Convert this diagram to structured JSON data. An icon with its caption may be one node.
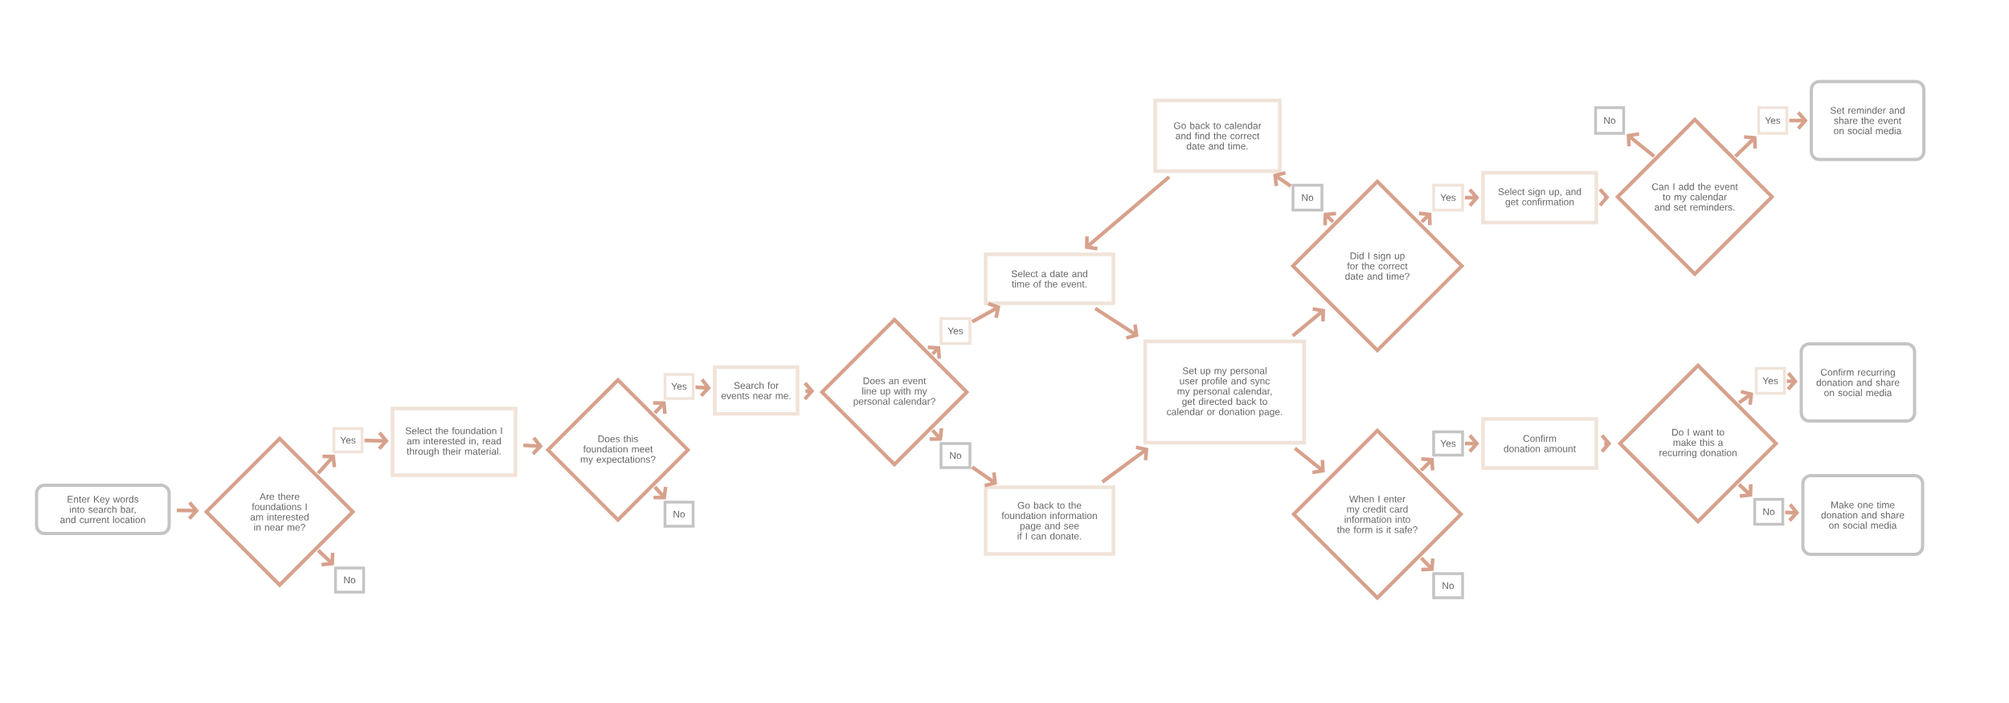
{
  "diagram": {
    "nodes": [
      {
        "text": [
          "Enter Key words into search bar, and current location"
        ]
      },
      {
        "text": [
          "Are there foundations I am interested in near me?"
        ]
      },
      {
        "text": [
          "Yes"
        ]
      },
      {
        "text": [
          "No"
        ]
      },
      {
        "text": [
          "Select the foundation I am interested in, read through their material."
        ]
      },
      {
        "text": [
          "Does this foundation meet my expectations?"
        ]
      },
      {
        "text": [
          "Yes"
        ]
      },
      {
        "text": [
          "No"
        ]
      },
      {
        "text": [
          "Search for events near me."
        ]
      },
      {
        "text": [
          "Does an event line up with my personal calendar?"
        ]
      },
      {
        "text": [
          "Yes"
        ]
      },
      {
        "text": [
          "No"
        ]
      },
      {
        "text": [
          "Select a date and time of the event."
        ]
      },
      {
        "text": [
          "Go back to the foundation information page and see if I can donate."
        ]
      },
      {
        "text": [
          "Go back to calendar and find the correct date and time."
        ]
      },
      {
        "text": [
          "Set up my personal user profile and sync my personal calendar, get directed back to calendar or donation page."
        ]
      },
      {
        "text": [
          "Did I sign up for the correct date and time?"
        ]
      },
      {
        "text": [
          "No"
        ]
      },
      {
        "text": [
          "Yes"
        ]
      },
      {
        "text": [
          "Select sign up, and get confirmation"
        ]
      },
      {
        "text": [
          "Can I add the event to my calendar and set reminders."
        ]
      },
      {
        "text": [
          "No"
        ]
      },
      {
        "text": [
          "Yes"
        ]
      },
      {
        "text": [
          "Set reminder and share the event on social media"
        ]
      },
      {
        "text": [
          "When I enter my credit card information into the form is it safe?"
        ]
      },
      {
        "text": [
          "Yes"
        ]
      },
      {
        "text": [
          "No"
        ]
      },
      {
        "text": [
          "Confirm donation amount"
        ]
      },
      {
        "text": [
          "Do I want to make this a recurring donation"
        ]
      },
      {
        "text": [
          "Yes"
        ]
      },
      {
        "text": [
          "No"
        ]
      },
      {
        "text": [
          "Confirm recurring donation and share on social media"
        ]
      },
      {
        "text": [
          "Make one time donation and share on social media"
        ]
      }
    ],
    "edges": [
      {
        "from": 0,
        "to": 1,
        "arrow": "to"
      },
      {
        "from": 1,
        "to": 2,
        "arrow": "to"
      },
      {
        "from": 1,
        "to": 3,
        "arrow": "to"
      },
      {
        "from": 2,
        "to": 4,
        "arrow": "to"
      },
      {
        "from": 4,
        "to": 5,
        "arrow": "to"
      },
      {
        "from": 5,
        "to": 6,
        "arrow": "to"
      },
      {
        "from": 5,
        "to": 7,
        "arrow": "to"
      },
      {
        "from": 6,
        "to": 8,
        "arrow": "to"
      },
      {
        "from": 8,
        "to": 9,
        "arrow": "to"
      },
      {
        "from": 9,
        "to": 10,
        "arrow": "to"
      },
      {
        "from": 9,
        "to": 11,
        "arrow": "to"
      },
      {
        "from": 10,
        "to": 12,
        "arrow": "to"
      },
      {
        "from": 11,
        "to": 13,
        "arrow": "to"
      },
      {
        "from": 12,
        "to": 15,
        "arrow": "to"
      },
      {
        "from": 13,
        "to": 15,
        "arrow": "to"
      },
      {
        "from": 14,
        "to": 12,
        "arrow": "to"
      },
      {
        "from": 15,
        "to": 16,
        "arrow": "to"
      },
      {
        "from": 15,
        "to": 24,
        "arrow": "to"
      },
      {
        "from": 16,
        "to": 17,
        "arrow": "to"
      },
      {
        "from": 17,
        "to": 14,
        "arrow": "to"
      },
      {
        "from": 16,
        "to": 18,
        "arrow": "to"
      },
      {
        "from": 18,
        "to": 19,
        "arrow": "to"
      },
      {
        "from": 19,
        "to": 20,
        "arrow": "to"
      },
      {
        "from": 20,
        "to": 21,
        "arrow": "to"
      },
      {
        "from": 20,
        "to": 22,
        "arrow": "to"
      },
      {
        "from": 22,
        "to": 23,
        "arrow": "to"
      },
      {
        "from": 24,
        "to": 25,
        "arrow": "to"
      },
      {
        "from": 24,
        "to": 26,
        "arrow": "to"
      },
      {
        "from": 25,
        "to": 27,
        "arrow": "to"
      },
      {
        "from": 27,
        "to": 28,
        "arrow": "to"
      },
      {
        "from": 28,
        "to": 29,
        "arrow": "to"
      },
      {
        "from": 28,
        "to": 30,
        "arrow": "to"
      },
      {
        "from": 29,
        "to": 31,
        "arrow": "to"
      },
      {
        "from": 30,
        "to": 32,
        "arrow": "to"
      }
    ]
  }
}
